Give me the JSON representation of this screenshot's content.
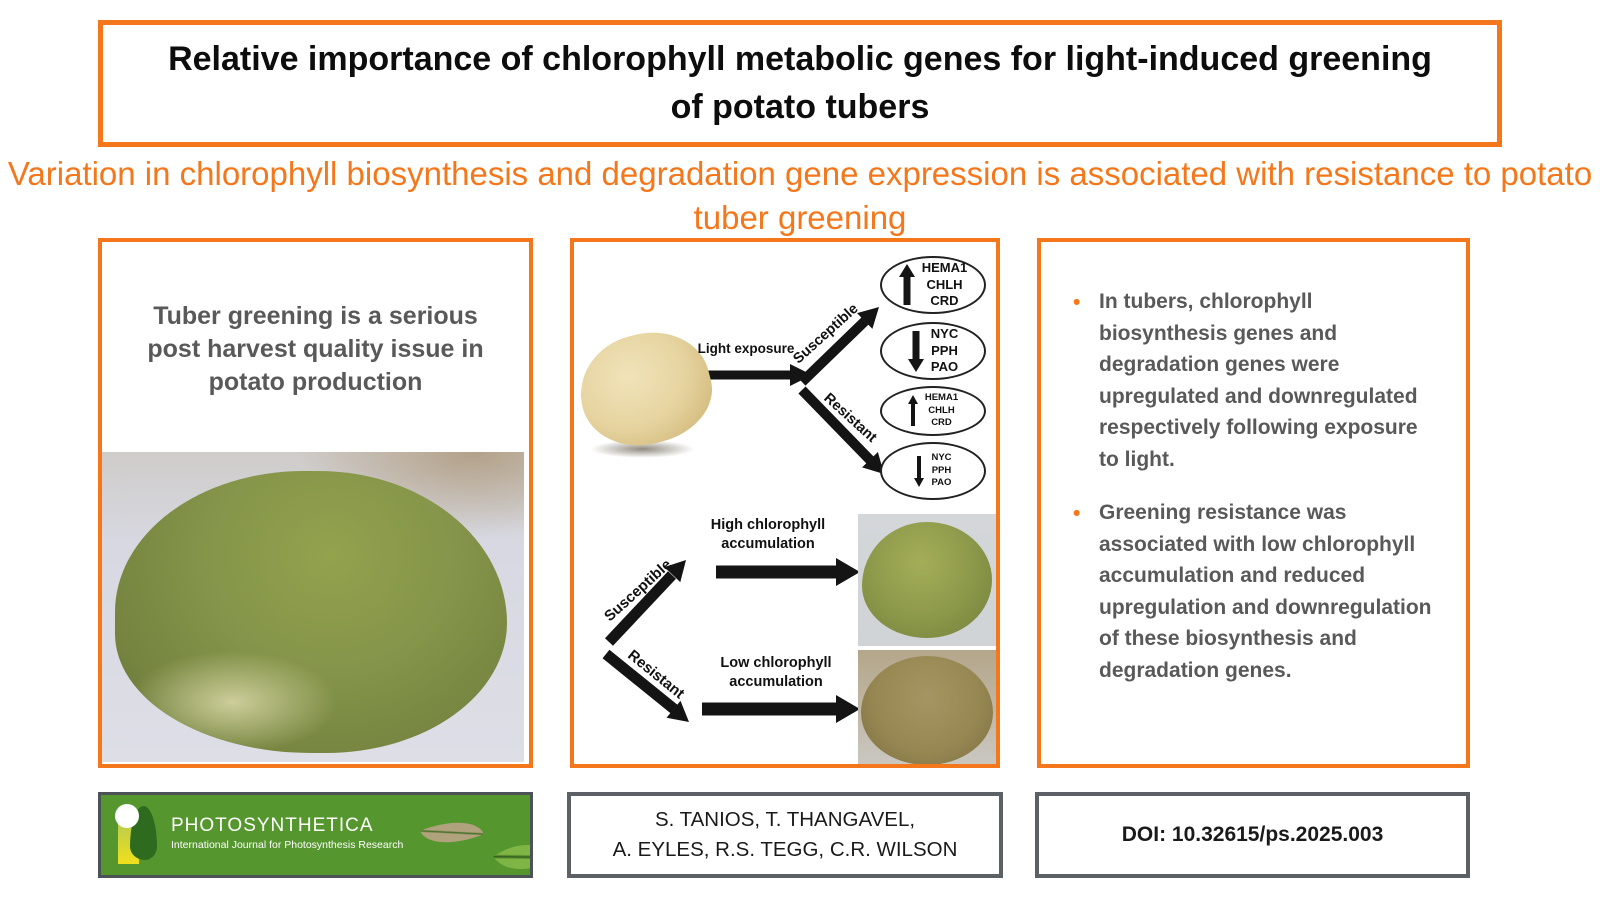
{
  "colors": {
    "accent_orange": "#F5771B",
    "body_text_gray": "#595959",
    "banner_green": "#55962E",
    "footer_border_gray": "#5C6165",
    "arrow_black": "#141414"
  },
  "title": "Relative importance of chlorophyll metabolic genes for light-induced greening of potato tubers",
  "subtitle": "Variation in chlorophyll biosynthesis and degradation gene expression is associated with resistance to potato tuber greening",
  "left_panel": {
    "heading": "Tuber greening is a serious post harvest quality issue in potato production"
  },
  "diagram": {
    "light_exposure_label": "Light exposure",
    "susceptible_label": "Susceptible",
    "resistant_label": "Resistant",
    "ovals": [
      {
        "direction": "up",
        "size": "large",
        "genes": [
          "HEMA1",
          "CHLH",
          "CRD"
        ]
      },
      {
        "direction": "down",
        "size": "large",
        "genes": [
          "NYC",
          "PPH",
          "PAO"
        ]
      },
      {
        "direction": "up",
        "size": "small",
        "genes": [
          "HEMA1",
          "CHLH",
          "CRD"
        ]
      },
      {
        "direction": "down",
        "size": "small",
        "genes": [
          "NYC",
          "PPH",
          "PAO"
        ]
      }
    ],
    "lower": {
      "susceptible_label": "Susceptible",
      "resistant_label": "Resistant",
      "high_label": "High chlorophyll accumulation",
      "low_label": "Low chlorophyll accumulation"
    }
  },
  "right_panel": {
    "bullets": [
      "In tubers, chlorophyll biosynthesis genes and degradation genes were upregulated and downregulated respectively following exposure to light.",
      "Greening resistance was associated with low chlorophyll accumulation and reduced upregulation and downregulation of these biosynthesis and degradation genes."
    ]
  },
  "footer": {
    "journal": {
      "name": "PHOTOSYNTHETICA",
      "tagline": "International Journal for Photosynthesis Research"
    },
    "authors": {
      "line1": "S. TANIOS, T. THANGAVEL,",
      "line2": "A. EYLES, R.S. TEGG, C.R. WILSON"
    },
    "doi": "DOI: 10.32615/ps.2025.003"
  }
}
